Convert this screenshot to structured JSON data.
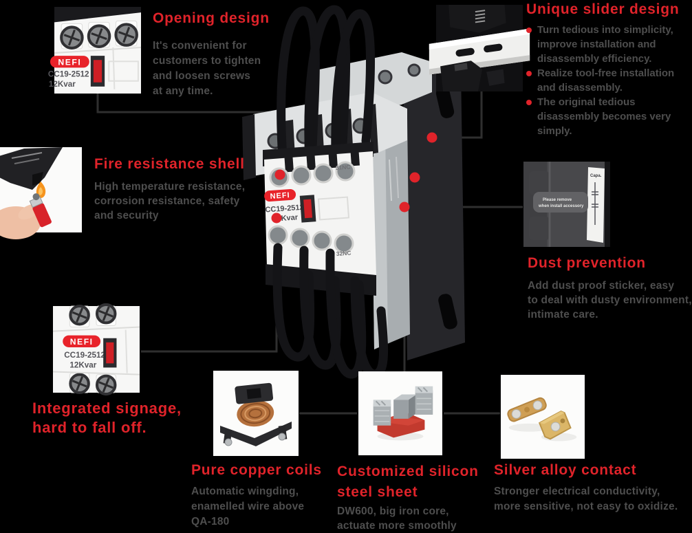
{
  "colors": {
    "background": "#000000",
    "accent_red": "#e0232a",
    "body_text": "#4e4e4e",
    "connector_line": "#2f2f2f"
  },
  "product": {
    "brand": "NEFI",
    "model": "CC19-2512",
    "rating": "12Kvar",
    "terminal_label_top": "31NC",
    "terminal_label_bottom": "32NC",
    "sticker": {
      "line1": "Please remove",
      "line2": "when install accessory"
    },
    "side_label": "Capa."
  },
  "callouts": {
    "opening_design": {
      "title": "Opening design",
      "lines": [
        "It's convenient for",
        "customers to tighten",
        "and loosen screws",
        "at any time."
      ]
    },
    "unique_slider_design": {
      "title": "Unique slider design",
      "bullets": [
        {
          "lines": [
            "Turn tedious into simplicity,",
            "improve installation and",
            "disassembly efficiency."
          ]
        },
        {
          "lines": [
            "Realize tool-free installation",
            "and disassembly."
          ]
        },
        {
          "lines": [
            "The original tedious",
            "disassembly becomes very",
            "simply."
          ]
        }
      ]
    },
    "fire_resistance_shell": {
      "title": "Fire resistance shell",
      "lines": [
        "High temperature resistance,",
        "corrosion resistance, safety",
        "and security"
      ]
    },
    "dust_prevention": {
      "title": "Dust prevention",
      "lines": [
        "Add dust proof sticker, easy",
        "to deal with dusty environment,",
        "intimate care."
      ]
    },
    "integrated_signage": {
      "title_lines": [
        "Integrated signage,",
        "hard to fall off."
      ]
    },
    "pure_copper_coils": {
      "title": "Pure copper coils",
      "lines": [
        "Automatic wingding,",
        "enamelled wire above",
        "QA-180"
      ]
    },
    "customized_silicon_steel_sheet": {
      "title_lines": [
        "Customized silicon",
        "steel sheet"
      ],
      "lines": [
        "DW600, big iron core,",
        "actuate more smoothly"
      ]
    },
    "silver_alloy_contact": {
      "title": "Silver alloy contact",
      "lines": [
        "Stronger electrical conductivity,",
        "more sensitive, not easy to oxidize."
      ]
    }
  }
}
